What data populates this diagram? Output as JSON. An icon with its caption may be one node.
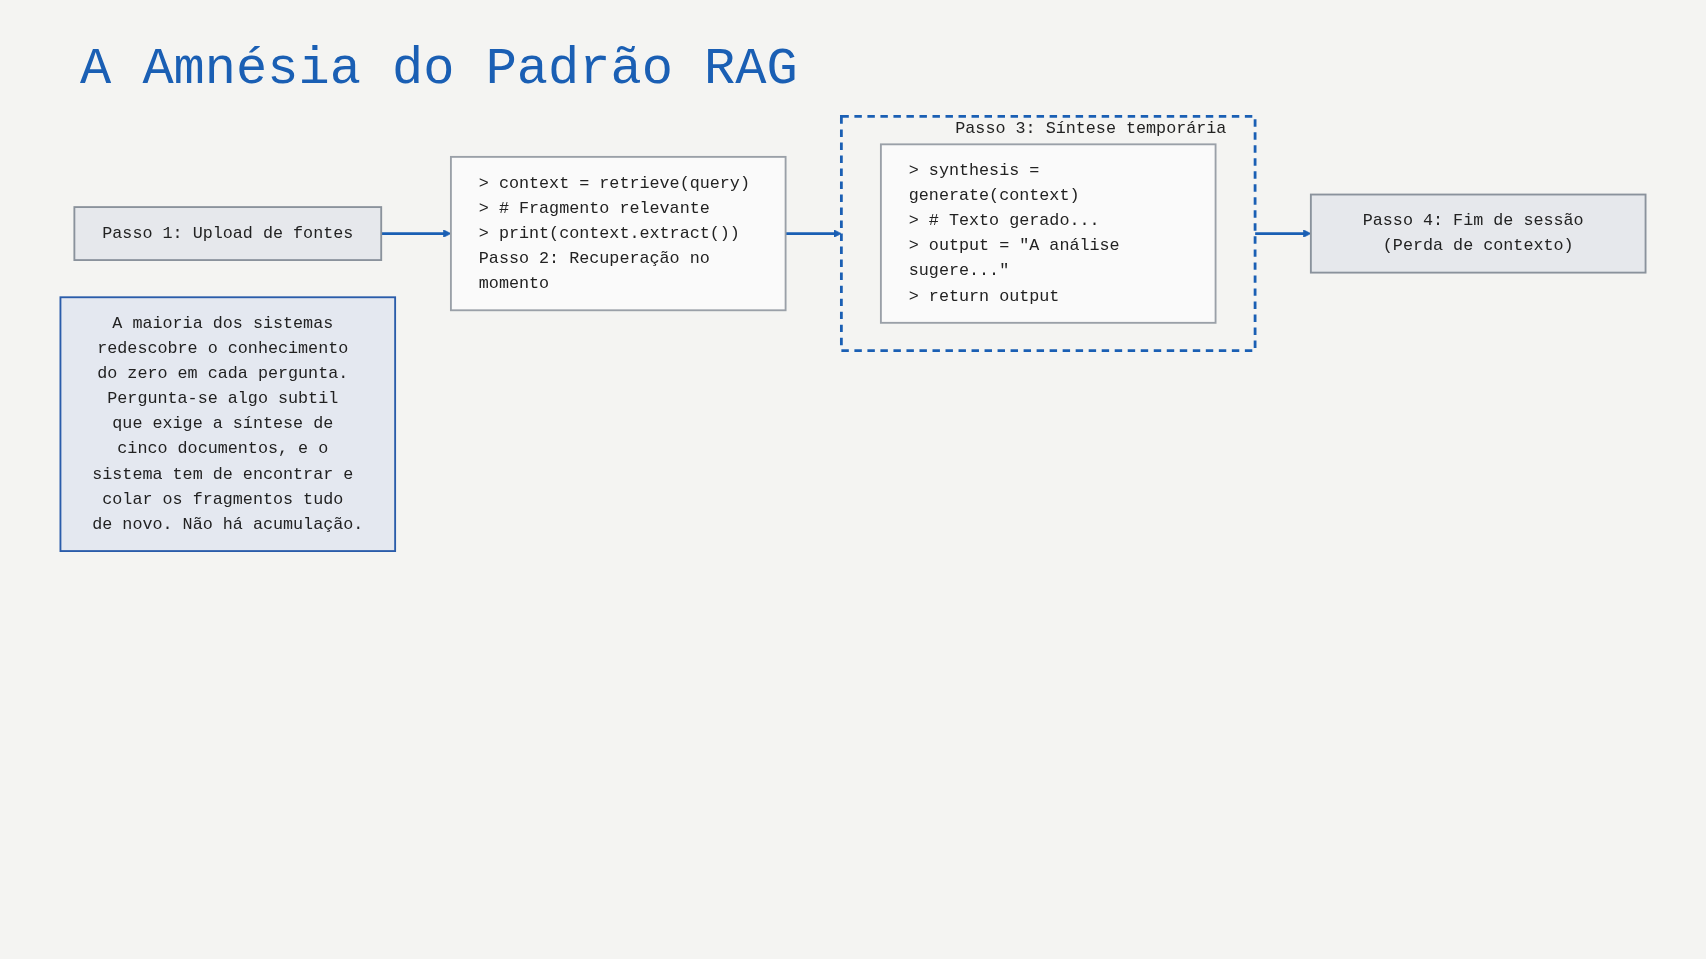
{
  "diagram": {
    "title": "A Amnésia do Padrão RAG",
    "nodes": [
      {
        "text": [
          "Passo 1: Upload de fontes"
        ]
      },
      {
        "text": [
          "> context = retrieve(query)",
          "> # Fragmento relevante",
          "> print(context.extract())",
          "Passo 2: Recuperação no momento"
        ]
      },
      {
        "text": [
          "Passo 3: Síntese temporária"
        ]
      },
      {
        "text": [
          "> synthesis = generate(context)",
          "> # Texto gerado...",
          "> output = \"A análise sugere...\"",
          "> return output"
        ],
        "in": 2
      },
      {
        "text": [
          "Passo 4: Fim de sessão (Perda de contexto)"
        ]
      },
      {
        "text": [
          "A maioria dos sistemas redescobre o conhecimento do zero em cada pergunta. Pergunta-se algo subtil que exige a síntese de cinco documentos, e o sistema tem de encontrar e colar os fragmentos tudo de novo. Não há acumulação."
        ]
      }
    ],
    "edges": [
      {
        "from": 0,
        "to": 1,
        "arrow": "to"
      },
      {
        "from": 1,
        "to": 2,
        "arrow": "to"
      },
      {
        "from": 2,
        "to": 4,
        "arrow": "to"
      }
    ]
  }
}
